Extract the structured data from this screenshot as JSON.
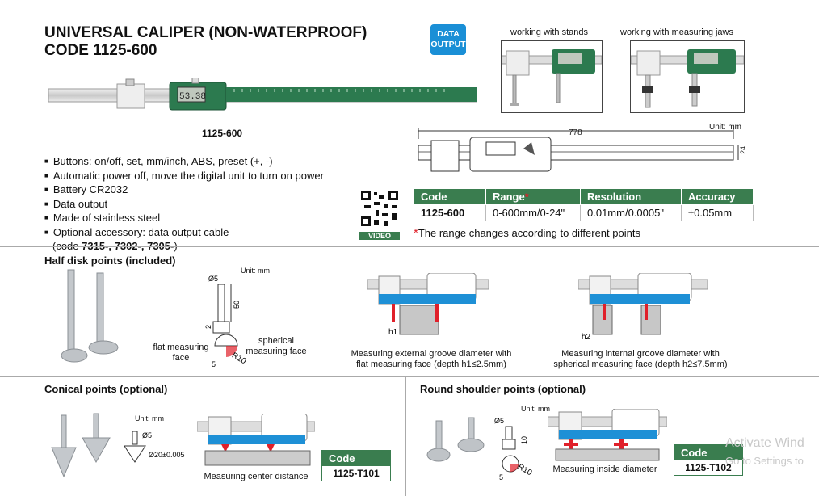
{
  "header": {
    "title_line1": "UNIVERSAL CALIPER (NON-WATERPROOF)",
    "title_line2": "CODE 1125-600",
    "badge_line1": "DATA",
    "badge_line2": "OUTPUT"
  },
  "photos": {
    "stands_label": "working with stands",
    "jaws_label": "working with measuring jaws",
    "main_caption": "1125-600",
    "lcd_value": "53.38"
  },
  "drawing": {
    "length": "778",
    "height": "24",
    "unit": "Unit: mm"
  },
  "features": [
    "Buttons: on/off, set, mm/inch,  ABS,  preset (+, -)",
    "Automatic power off, move the digital unit to turn on power",
    "Battery CR2032",
    "Data output",
    "Made of stainless steel",
    "Optional accessory: data output cable"
  ],
  "features_sub": {
    "prefix": "(code ",
    "codes": "7315-, 7302-, 7305-",
    "suffix": ")"
  },
  "qr": {
    "label": "VIDEO"
  },
  "spec_table": {
    "headers": [
      "Code",
      "Range",
      "Resolution",
      "Accuracy"
    ],
    "range_mark": "*",
    "row": [
      "1125-600",
      "0-600mm/0-24\"",
      "0.01mm/0.0005\"",
      "±0.05mm"
    ],
    "note_mark": "*",
    "note": "The range changes according to different points"
  },
  "half_disk": {
    "heading": "Half disk points (included)",
    "unit": "Unit: mm",
    "dim_d": "Ø5",
    "dim_50": "50",
    "dim_2": "2",
    "dim_5": "5",
    "dim_r": "R10",
    "flat_label_1": "flat measuring",
    "flat_label_2": "face",
    "sph_label_1": "spherical",
    "sph_label_2": "measuring face",
    "h1": "h1",
    "h2": "h2",
    "cap_ext_1": "Measuring external groove diameter with",
    "cap_ext_2": "flat measuring face (depth h1≤2.5mm)",
    "cap_int_1": "Measuring internal groove diameter with",
    "cap_int_2": "spherical measuring face (depth h2≤7.5mm)"
  },
  "conical": {
    "heading": "Conical points (optional)",
    "unit": "Unit: mm",
    "dim_d": "Ø5",
    "dim_big": "Ø20±0.005",
    "caption": "Measuring center distance",
    "code_header": "Code",
    "code_value": "1125-T101"
  },
  "round": {
    "heading": "Round shoulder points (optional)",
    "unit": "Unit: mm",
    "dim_d": "Ø5",
    "dim_10": "10",
    "dim_5": "5",
    "dim_r": "R10",
    "caption": "Measuring inside diameter",
    "code_header": "Code",
    "code_value": "1125-T102"
  },
  "watermark": {
    "line1": "Activate Wind",
    "line2": "Go to Settings to"
  }
}
